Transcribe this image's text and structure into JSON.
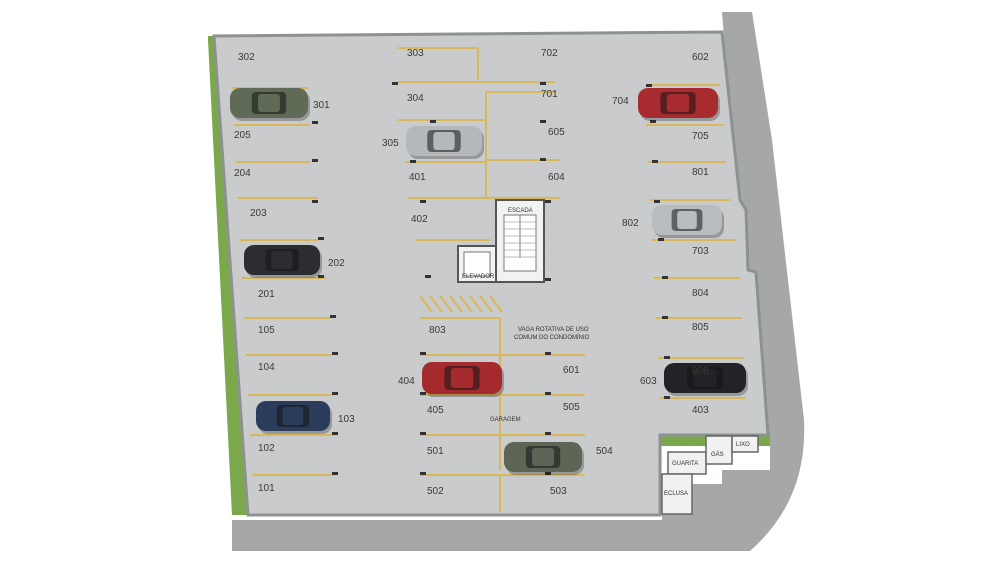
{
  "plan": {
    "areas": {
      "escada": "ESCADA",
      "elevador": "ELEVADOR",
      "rotativa_line1": "VAGA ROTATIVA DE USO",
      "rotativa_line2": "COMUM DO CONDOMÍNIO",
      "garagem": "GARAGEM",
      "guarita": "GUARITA",
      "gas": "GÁS",
      "lixo": "LIXO",
      "eclusa": "ECLUSA"
    },
    "spots": [
      {
        "id": "302",
        "label": "302"
      },
      {
        "id": "301",
        "label": "301"
      },
      {
        "id": "205",
        "label": "205"
      },
      {
        "id": "204",
        "label": "204"
      },
      {
        "id": "203",
        "label": "203"
      },
      {
        "id": "202",
        "label": "202"
      },
      {
        "id": "201",
        "label": "201"
      },
      {
        "id": "105",
        "label": "105"
      },
      {
        "id": "104",
        "label": "104"
      },
      {
        "id": "103",
        "label": "103"
      },
      {
        "id": "102",
        "label": "102"
      },
      {
        "id": "101",
        "label": "101"
      },
      {
        "id": "303",
        "label": "303"
      },
      {
        "id": "304",
        "label": "304"
      },
      {
        "id": "305",
        "label": "305"
      },
      {
        "id": "401",
        "label": "401"
      },
      {
        "id": "402",
        "label": "402"
      },
      {
        "id": "803",
        "label": "803"
      },
      {
        "id": "404",
        "label": "404"
      },
      {
        "id": "405",
        "label": "405"
      },
      {
        "id": "501",
        "label": "501"
      },
      {
        "id": "502",
        "label": "502"
      },
      {
        "id": "702",
        "label": "702"
      },
      {
        "id": "701",
        "label": "701"
      },
      {
        "id": "605",
        "label": "605"
      },
      {
        "id": "604",
        "label": "604"
      },
      {
        "id": "601",
        "label": "601"
      },
      {
        "id": "505",
        "label": "505"
      },
      {
        "id": "504",
        "label": "504"
      },
      {
        "id": "503",
        "label": "503"
      },
      {
        "id": "602",
        "label": "602"
      },
      {
        "id": "704",
        "label": "704"
      },
      {
        "id": "705",
        "label": "705"
      },
      {
        "id": "801",
        "label": "801"
      },
      {
        "id": "802",
        "label": "802"
      },
      {
        "id": "703",
        "label": "703"
      },
      {
        "id": "804",
        "label": "804"
      },
      {
        "id": "805",
        "label": "805"
      },
      {
        "id": "603",
        "label": "603"
      },
      {
        "id": "806",
        "label": "806"
      },
      {
        "id": "403",
        "label": "403"
      }
    ],
    "colors": {
      "floor": "#c9cbcc",
      "wall": "#8e9192",
      "grass": "#7aa84a",
      "lines": "#d8b85a",
      "sidewalk": "#a6a8a8"
    },
    "cars": [
      {
        "id": "car-301",
        "color": "#5f6a57"
      },
      {
        "id": "car-202",
        "color": "#2b2d30"
      },
      {
        "id": "car-103",
        "color": "#2a3c5a"
      },
      {
        "id": "car-305",
        "color": "#b4b8bb"
      },
      {
        "id": "car-404",
        "color": "#a52a2e"
      },
      {
        "id": "car-504",
        "color": "#5d6656"
      },
      {
        "id": "car-704",
        "color": "#a82b2f"
      },
      {
        "id": "car-802",
        "color": "#b8bcbe"
      },
      {
        "id": "car-603",
        "color": "#222326"
      }
    ]
  }
}
